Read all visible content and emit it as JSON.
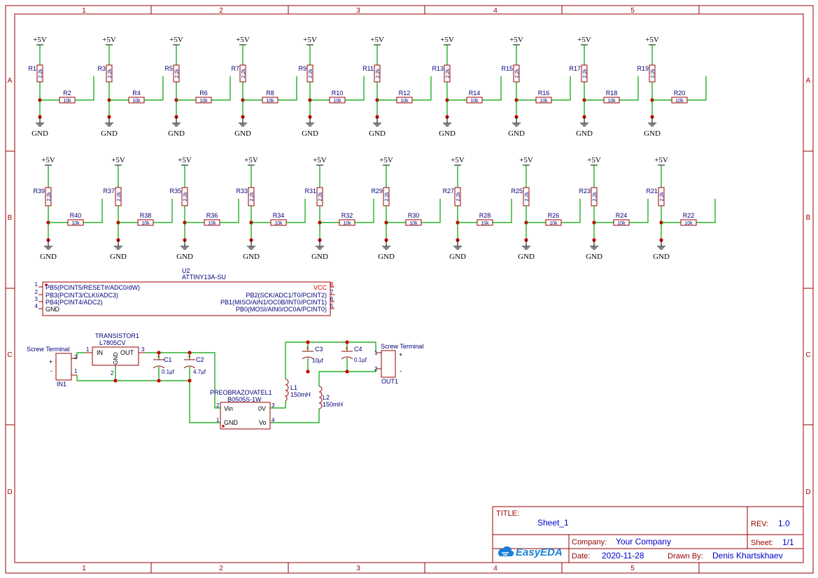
{
  "frame": {
    "columns": [
      "1",
      "2",
      "3",
      "4",
      "5"
    ],
    "rows": [
      "A",
      "B",
      "C",
      "D"
    ]
  },
  "power_label": "+5V",
  "gnd_label": "GND",
  "pullup_value": "2.2k",
  "series_value": "10k",
  "row1": [
    {
      "pu": "R1",
      "sr": "R2"
    },
    {
      "pu": "R3",
      "sr": "R4"
    },
    {
      "pu": "R5",
      "sr": "R6"
    },
    {
      "pu": "R7",
      "sr": "R8"
    },
    {
      "pu": "R9",
      "sr": "R10"
    },
    {
      "pu": "R11",
      "sr": "R12"
    },
    {
      "pu": "R13",
      "sr": "R14"
    },
    {
      "pu": "R15",
      "sr": "R16"
    },
    {
      "pu": "R17",
      "sr": "R18"
    },
    {
      "pu": "R19",
      "sr": "R20"
    }
  ],
  "row2": [
    {
      "pu": "R39",
      "sr": "R40"
    },
    {
      "pu": "R37",
      "sr": "R38"
    },
    {
      "pu": "R35",
      "sr": "R36"
    },
    {
      "pu": "R33",
      "sr": "R34"
    },
    {
      "pu": "R31",
      "sr": "R32"
    },
    {
      "pu": "R29",
      "sr": "R30"
    },
    {
      "pu": "R27",
      "sr": "R28"
    },
    {
      "pu": "R25",
      "sr": "R26"
    },
    {
      "pu": "R23",
      "sr": "R24"
    },
    {
      "pu": "R21",
      "sr": "R22"
    }
  ],
  "u2": {
    "ref": "U2",
    "part": "ATTINY13A-SU",
    "left_pins": [
      {
        "num": "1",
        "name": "PB5(PCINT5/RESET#/ADC0/dW)"
      },
      {
        "num": "2",
        "name": "PB3(PCINT3/CLKI/ADC3)"
      },
      {
        "num": "3",
        "name": "PB4(PCINT4/ADC2)"
      },
      {
        "num": "4",
        "name": "GND"
      }
    ],
    "right_pins": [
      {
        "num": "8",
        "name": "VCC"
      },
      {
        "num": "7",
        "name": "PB2(SCK/ADC1/T0/PCINT2)"
      },
      {
        "num": "6",
        "name": "PB1(MISO/AIN1/OC0B/INT0/PCINT1)"
      },
      {
        "num": "5",
        "name": "PB0(MOSI/AIN0/OC0A/PCINT0)"
      }
    ]
  },
  "power": {
    "in1": {
      "title": "Screw Terminal",
      "ref": "IN1",
      "plus": "+",
      "minus": "-",
      "pin1": "1",
      "pin2": "2"
    },
    "out1": {
      "title": "Screw Terminal",
      "ref": "OUT1",
      "plus": "+",
      "minus": "-",
      "pin1": "1",
      "pin2": "2"
    },
    "reg": {
      "ref": "TRANSISTOR1",
      "part": "L7805CV",
      "in": "IN",
      "out": "OUT",
      "gnd": "GND",
      "p1": "1",
      "p2": "2",
      "p3": "3"
    },
    "c1": {
      "ref": "C1",
      "val": "0.1µf"
    },
    "c2": {
      "ref": "C2",
      "val": "4.7µf"
    },
    "c3": {
      "ref": "C3",
      "val": "10µf"
    },
    "c4": {
      "ref": "C4",
      "val": "0.1µf"
    },
    "conv": {
      "ref": "PREOBRAZOVATEL1",
      "part": "B0505S-1W",
      "vin": "Vin",
      "gnd": "GND",
      "ov": "0V",
      "vo": "Vo",
      "p1": "1",
      "p2": "2",
      "p3": "3",
      "p4": "4"
    },
    "l1": {
      "ref": "L1",
      "val": "150mH"
    },
    "l2": {
      "ref": "L2",
      "val": "150mH"
    },
    "plus_mark": "+"
  },
  "title_block": {
    "title_label": "TITLE:",
    "title": "Sheet_1",
    "rev_label": "REV:",
    "rev": "1.0",
    "company_label": "Company:",
    "company": "Your Company",
    "sheet_label": "Sheet:",
    "sheet": "1/1",
    "date_label": "Date:",
    "date": "2020-11-28",
    "drawn_label": "Drawn By:",
    "drawn": "Denis Khartskhaev",
    "logo": "EasyEDA"
  }
}
